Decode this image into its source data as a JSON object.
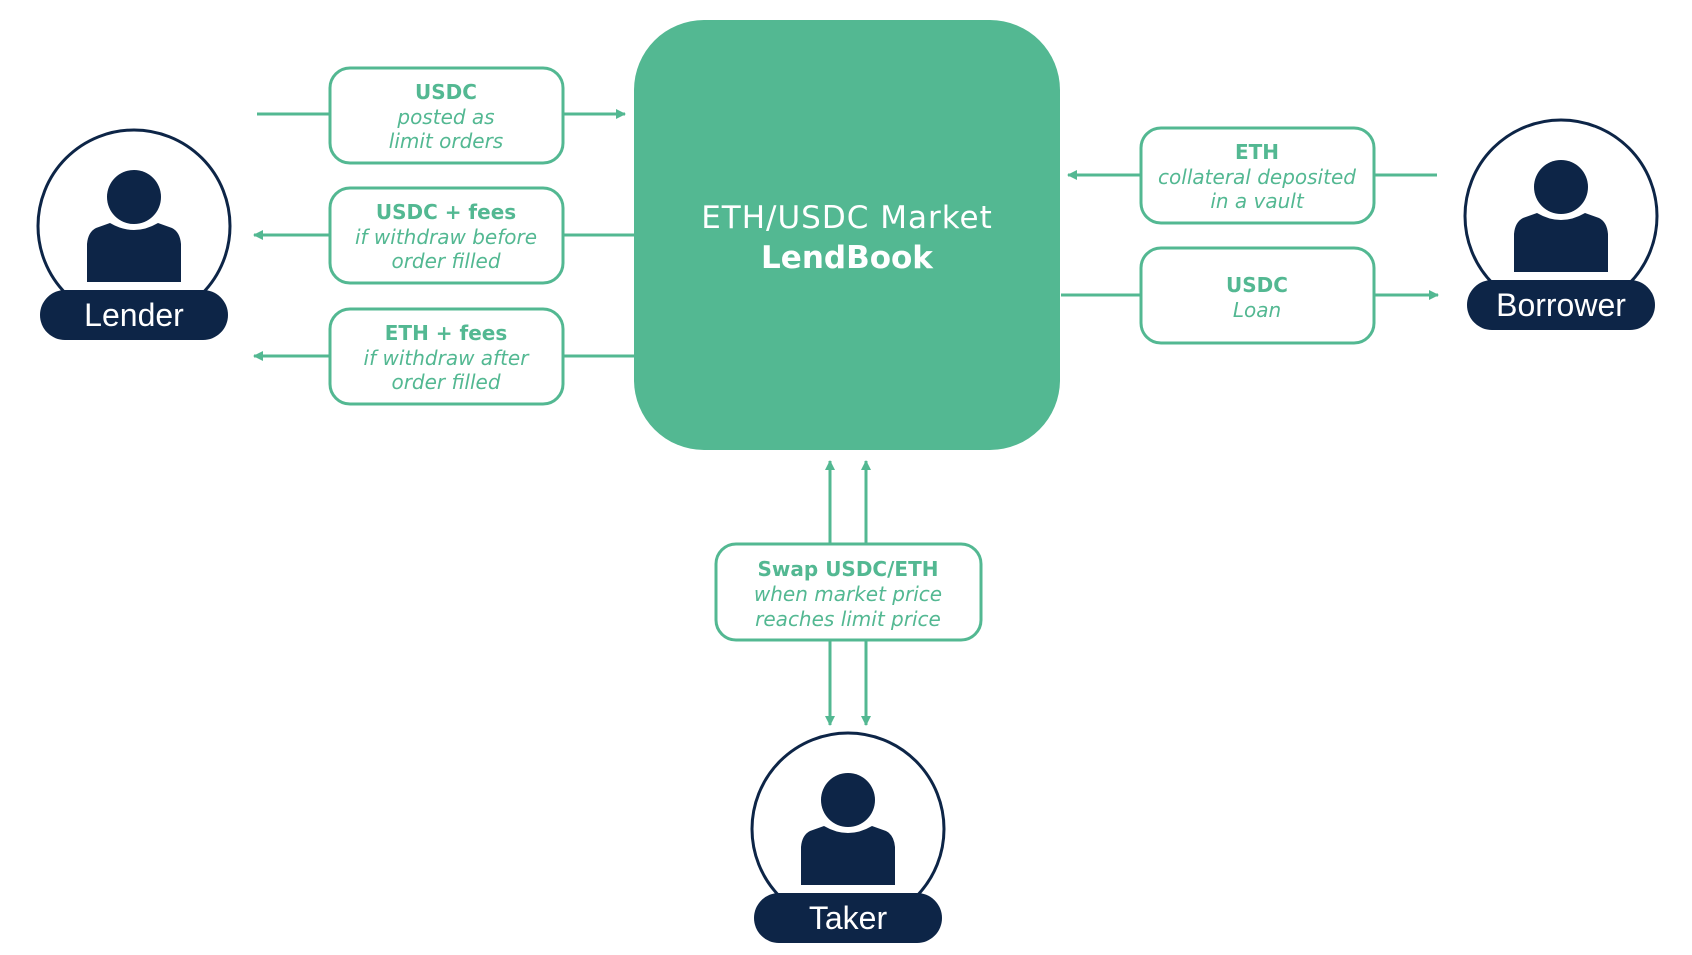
{
  "colors": {
    "accent": "#53b892",
    "navy": "#0d2547",
    "background": "#ffffff"
  },
  "market": {
    "line1": "ETH/USDC Market",
    "line2": "LendBook"
  },
  "actors": {
    "lender": {
      "label": "Lender",
      "icon": "person-icon"
    },
    "borrower": {
      "label": "Borrower",
      "icon": "person-icon"
    },
    "taker": {
      "label": "Taker",
      "icon": "person-icon"
    }
  },
  "flows": {
    "lender_deposit": {
      "title": "USDC",
      "line1": "posted as",
      "line2": "limit orders"
    },
    "lender_withdraw_before": {
      "title": "USDC + fees",
      "line1": "if withdraw before",
      "line2": "order filled"
    },
    "lender_withdraw_after": {
      "title": "ETH + fees",
      "line1": "if withdraw after",
      "line2": "order filled"
    },
    "borrower_collateral": {
      "title": "ETH",
      "line1": "collateral deposited",
      "line2": "in a vault"
    },
    "borrower_loan": {
      "title": "USDC",
      "line1": "Loan"
    },
    "taker_swap": {
      "title": "Swap USDC/ETH",
      "line1": "when market price",
      "line2": "reaches limit price"
    }
  }
}
